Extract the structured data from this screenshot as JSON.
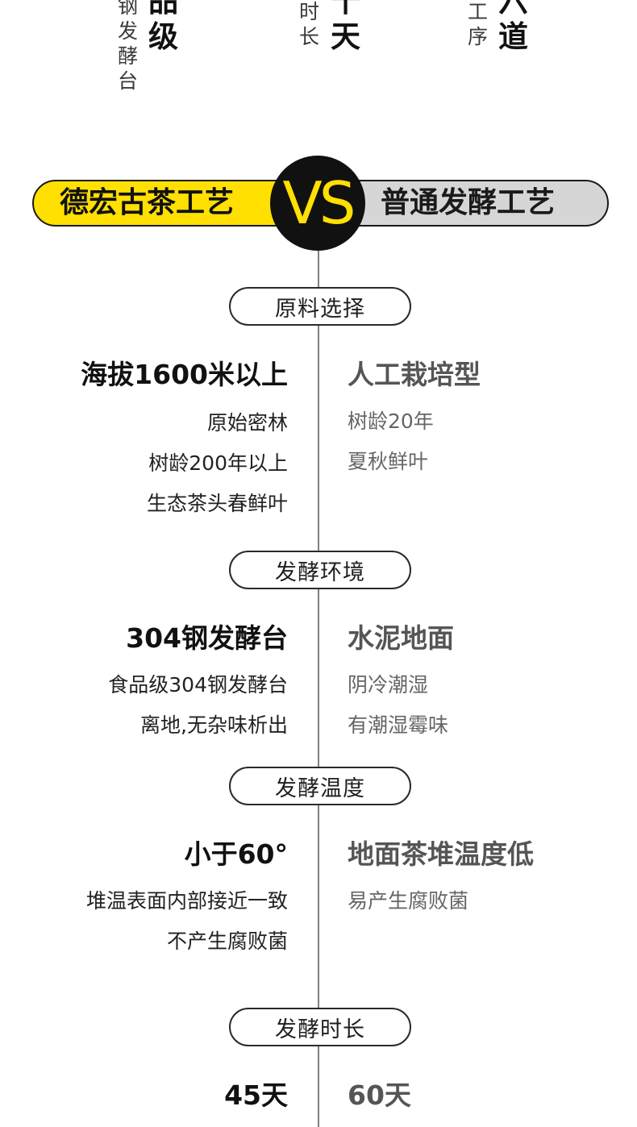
{
  "top": {
    "col1_small": [
      "钢",
      "发",
      "酵",
      "台"
    ],
    "col1_big": [
      "品",
      "级"
    ],
    "col2_small": [
      "时",
      "长"
    ],
    "col2_big": [
      "十",
      "天"
    ],
    "col3_small": [
      "工",
      "序"
    ],
    "col3_big": [
      "六",
      "道"
    ]
  },
  "compare": {
    "left_title": "德宏古茶工艺",
    "vs": "VS",
    "right_title": "普通发酵工艺"
  },
  "sections": [
    {
      "label": "原料选择",
      "left_head": "海拔1600米以上",
      "left_items": [
        "原始密林",
        "树龄200年以上",
        "生态茶头春鲜叶"
      ],
      "right_head": "人工栽培型",
      "right_items": [
        "树龄20年",
        "夏秋鲜叶"
      ]
    },
    {
      "label": "发酵环境",
      "left_head": "304钢发酵台",
      "left_items": [
        "食品级304钢发酵台",
        "离地,无杂味析出"
      ],
      "right_head": "水泥地面",
      "right_items": [
        "阴冷潮湿",
        "有潮湿霉味"
      ]
    },
    {
      "label": "发酵温度",
      "left_head": "小于60°",
      "left_items": [
        "堆温表面内部接近一致",
        "不产生腐败菌"
      ],
      "right_head": "地面茶堆温度低",
      "right_items": [
        "易产生腐败菌"
      ]
    },
    {
      "label": "发酵时长",
      "left_head": "45天",
      "left_items": [],
      "right_head": "60天",
      "right_items": []
    }
  ],
  "colors": {
    "accent_yellow": "#ffe000",
    "dark": "#111111",
    "gray_banner": "#d6d6d6",
    "line_gray": "#808080"
  }
}
